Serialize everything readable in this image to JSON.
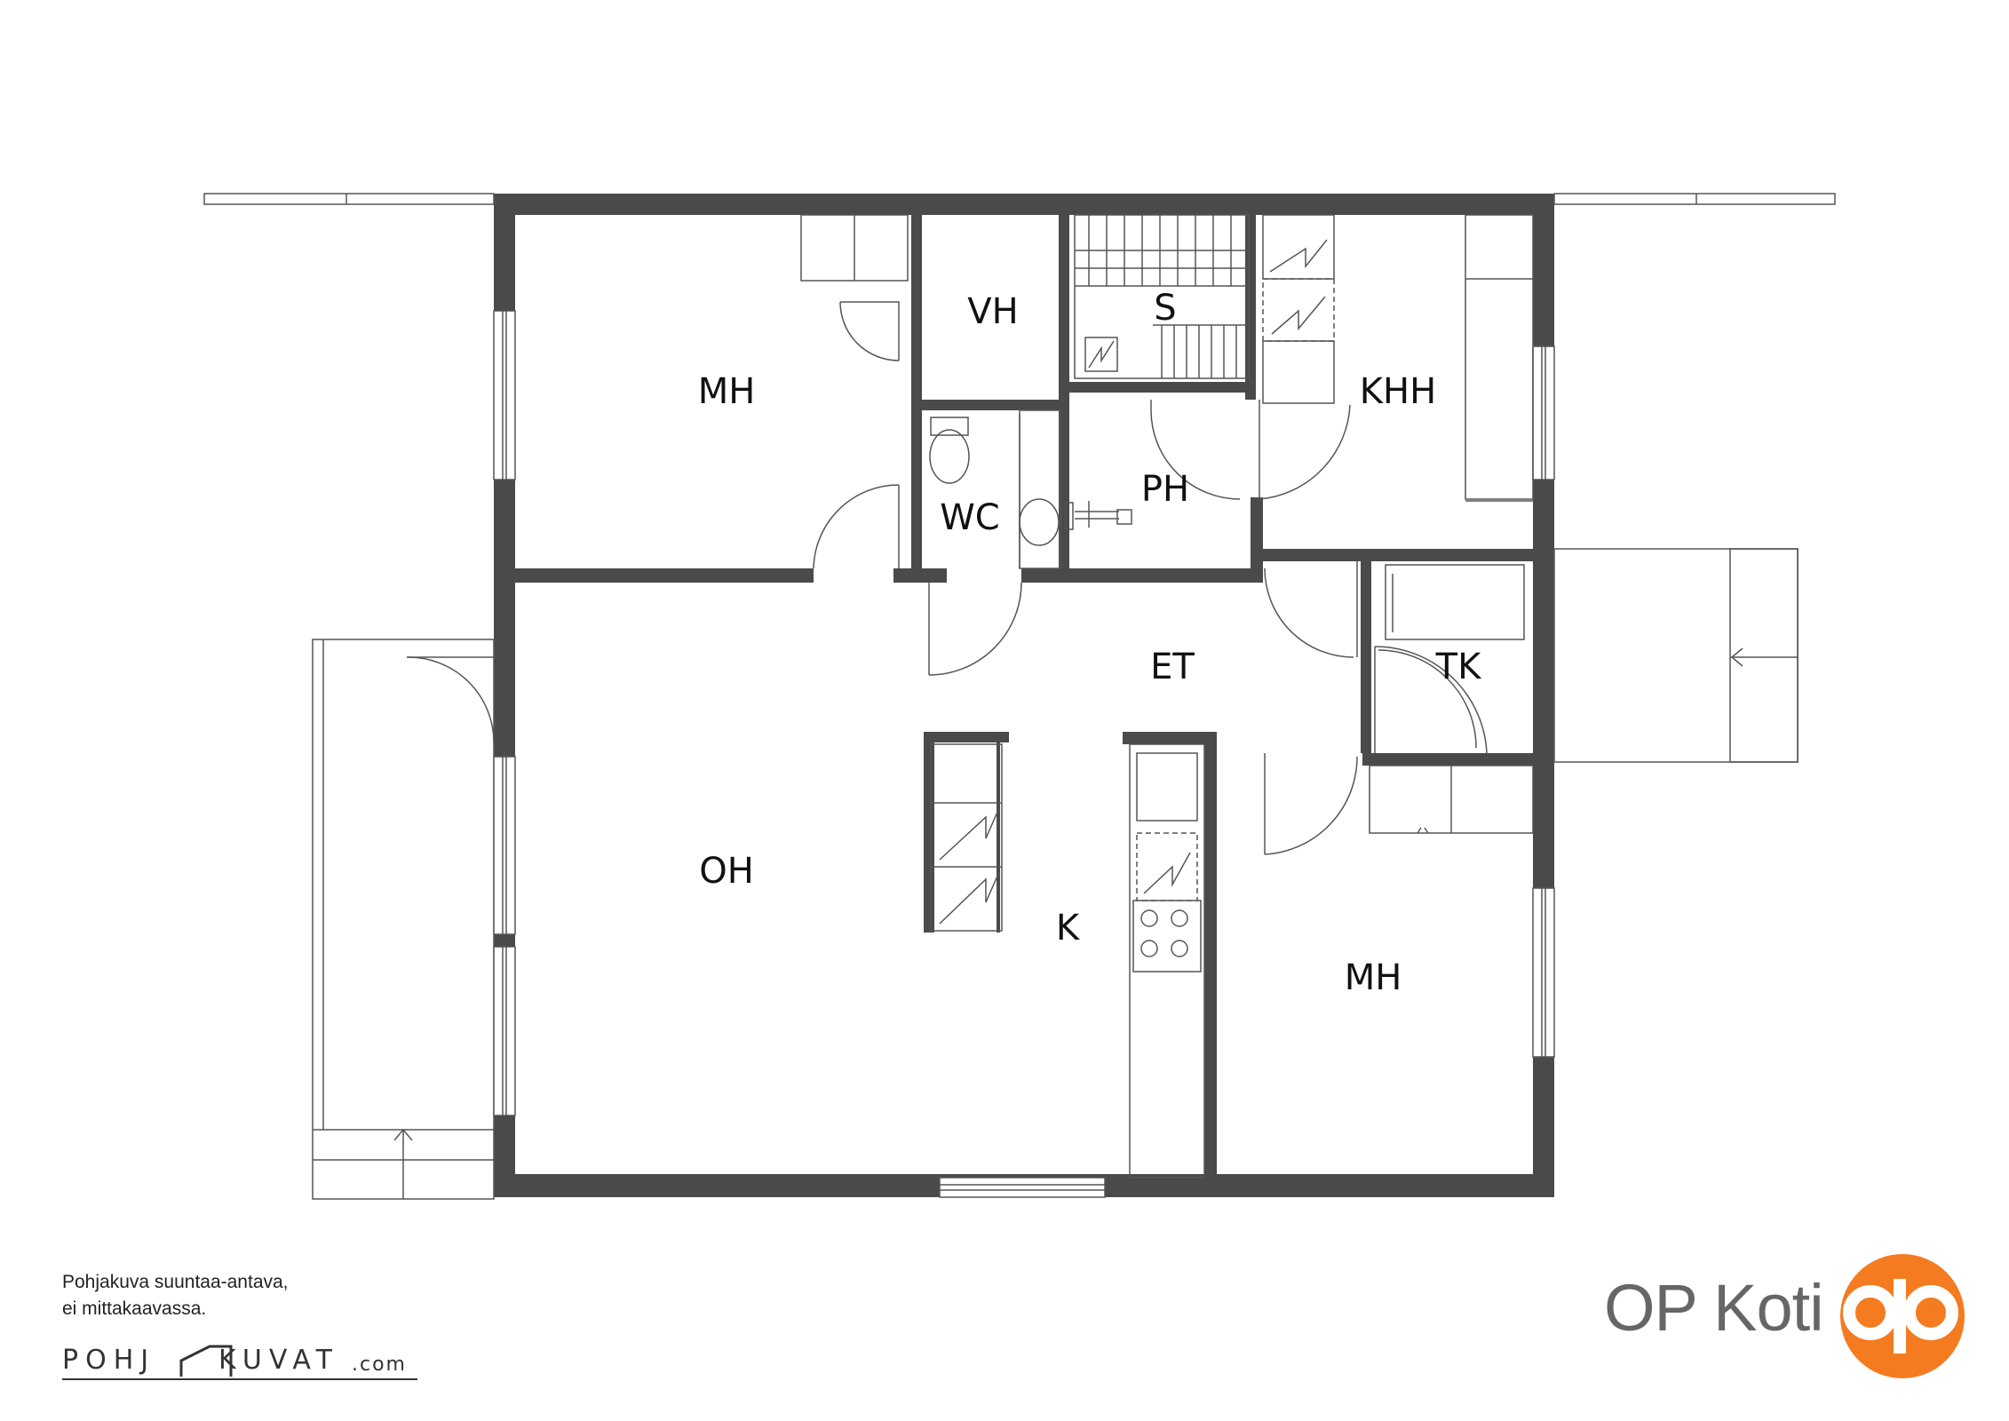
{
  "rooms": {
    "mh_top": "MH",
    "vh": "VH",
    "s": "S",
    "khh": "KHH",
    "wc": "WC",
    "ph": "PH",
    "et": "ET",
    "tk": "TK",
    "oh": "OH",
    "k": "K",
    "mh_bottom": "MH"
  },
  "note": {
    "line1": "Pohjakuva suuntaa-antava,",
    "line2": "ei mittakaavassa."
  },
  "source_logo": {
    "part1": "POHJ",
    "part2": "KUVAT",
    "suffix": ".com"
  },
  "brand": {
    "name": "OP Koti",
    "logo_icon": "op-logo-icon",
    "logo_color": "#F47B20"
  },
  "colors": {
    "wall": "#4A4A4A",
    "line": "#555555"
  }
}
